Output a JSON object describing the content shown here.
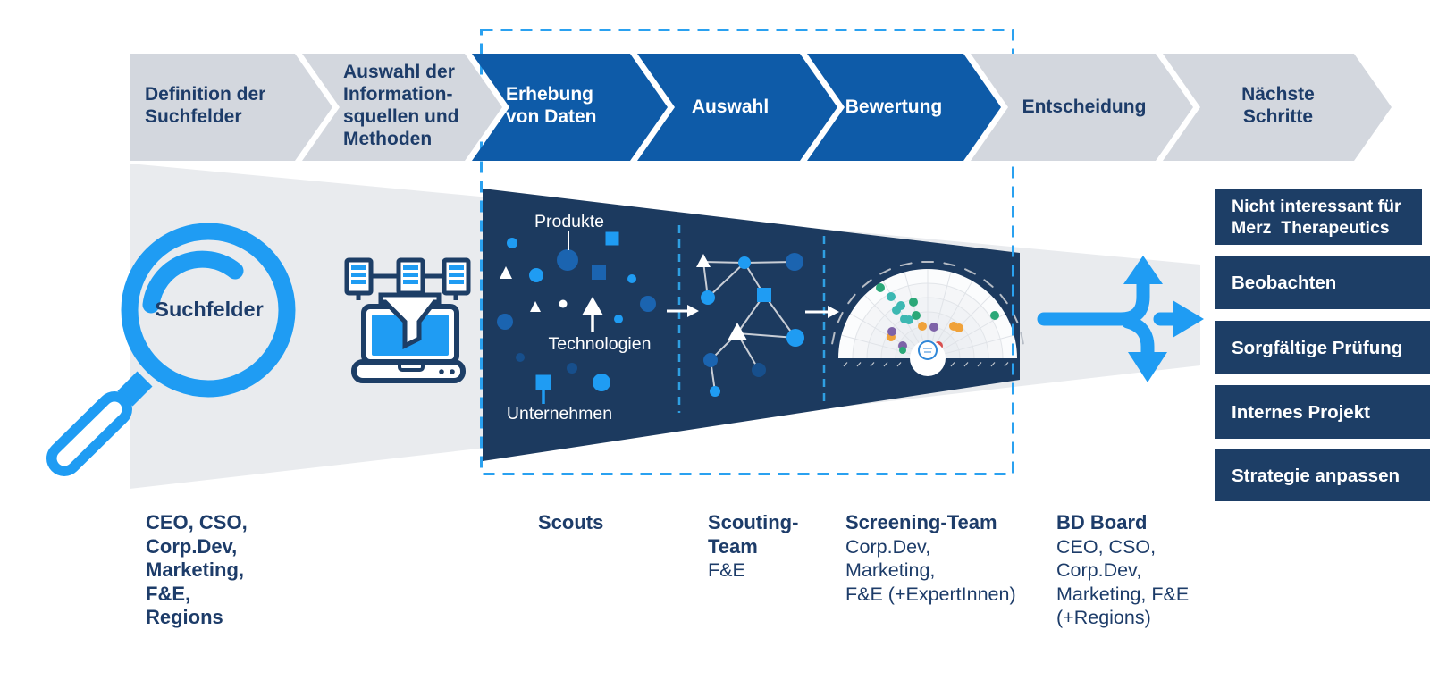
{
  "process_steps": [
    {
      "label": "Definition der\nSuchfelder",
      "style": "gray"
    },
    {
      "label": "Auswahl der\nInformation-\nsquellen und\nMethoden",
      "style": "gray"
    },
    {
      "label": "Erhebung\nvon Daten",
      "style": "blue"
    },
    {
      "label": "Auswahl",
      "style": "blue"
    },
    {
      "label": "Bewertung",
      "style": "blue"
    },
    {
      "label": "Entscheidung",
      "style": "gray"
    },
    {
      "label": "Nächste\nSchritte",
      "style": "gray"
    }
  ],
  "magnifier": {
    "label": "Suchfelder"
  },
  "funnel_labels": {
    "produkte": "Produkte",
    "technologien": "Technologien",
    "unternehmen": "Unternehmen"
  },
  "outcomes": [
    "Nicht interessant für\nMerz  Therapeutics",
    "Beobachten",
    "Sorgfältige Prüfung",
    "Internes Projekt",
    "Strategie anpassen"
  ],
  "teams": [
    {
      "title": "CEO, CSO,\nCorp.Dev,\nMarketing,\nF&E,\nRegions",
      "body": ""
    },
    {
      "title": "Scouts",
      "body": ""
    },
    {
      "title": "Scouting-\nTeam",
      "body": "F&E"
    },
    {
      "title": "Screening-Team",
      "body": "Corp.Dev,\nMarketing,\nF&E (+ExpertInnen)"
    },
    {
      "title": "BD Board",
      "body": "CEO, CSO,\nCorp.Dev,\nMarketing, F&E\n(+Regions)"
    }
  ],
  "icons": {
    "magnifier": "magnifier-icon",
    "laptop_funnel": "data-funnel-laptop-icon",
    "flow_arrow": "flow-arrow-icon",
    "branch_arrows": "branch-arrows-icon"
  },
  "colors": {
    "accent_blue": "#1f9cf3",
    "chevron_blue": "#0e5ba8",
    "chevron_gray": "#d3d7de",
    "funnel_navy": "#1c3a5f",
    "box_navy": "#1d3e66",
    "text_navy": "#1d3c69",
    "funnel_gray": "#e9ebee",
    "dashed_scope": "#2aa1f0"
  }
}
